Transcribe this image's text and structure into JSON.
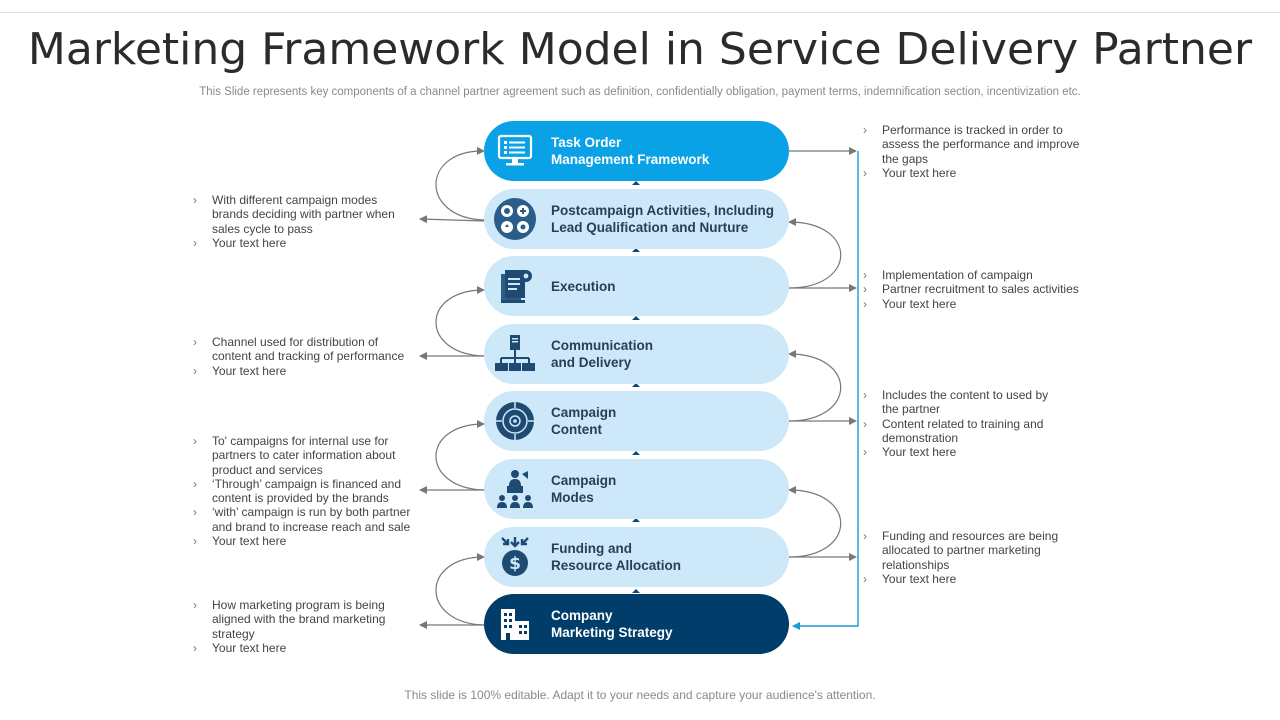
{
  "title": "Marketing Framework Model in Service Delivery Partner",
  "subtitle": "This Slide represents key components of a channel partner agreement such as definition, confidentially obligation, payment terms, indemnification section, incentivization etc.",
  "footer": "This slide is 100% editable. Adapt it to your needs and capture your audience's attention.",
  "colors": {
    "top": "#0aa2e6",
    "light": "#cde8f8",
    "dark": "#003d6b",
    "connector": "#1b9ad6",
    "arrow": "#777777"
  },
  "steps": [
    {
      "label": "Task Order\nManagement Framework",
      "icon": "monitor-checklist-icon"
    },
    {
      "label": "Postcampaign Activities, Including\nLead Qualification and Nurture",
      "icon": "activity-cluster-icon"
    },
    {
      "label": "Execution",
      "icon": "document-gear-icon"
    },
    {
      "label": "Communication\nand Delivery",
      "icon": "network-computers-icon"
    },
    {
      "label": "Campaign\nContent",
      "icon": "target-icon"
    },
    {
      "label": "Campaign\nModes",
      "icon": "presenter-audience-icon"
    },
    {
      "label": "Funding and\nResource Allocation",
      "icon": "dollar-coin-arrows-icon"
    },
    {
      "label": "Company\nMarketing Strategy",
      "icon": "building-icon"
    }
  ],
  "left_notes": [
    {
      "items": [
        "With different campaign modes brands deciding with partner when sales cycle to pass",
        "Your text here"
      ]
    },
    {
      "items": [
        "Channel used for distribution of content and tracking of performance",
        "Your text here"
      ]
    },
    {
      "items": [
        "To' campaigns for internal use for partners to cater information about product and services",
        "‘Through’ campaign is financed and content is provided by the brands",
        "‘with’ campaign is run by both partner and brand to increase reach and sale",
        "Your text here"
      ]
    },
    {
      "items": [
        "How marketing program is being aligned with the brand marketing strategy",
        "Your text here"
      ]
    }
  ],
  "right_notes": [
    {
      "items": [
        "Performance is tracked in order to assess the performance and improve the gaps",
        "Your text here"
      ]
    },
    {
      "items": [
        "Implementation of campaign",
        "Partner recruitment to sales activities",
        "Your text here"
      ]
    },
    {
      "items": [
        "Includes the content to used by the partner",
        "Content  related to training and demonstration",
        "Your text here"
      ]
    },
    {
      "items": [
        "Funding and resources are being allocated to partner marketing relationships",
        "Your text here"
      ]
    }
  ]
}
